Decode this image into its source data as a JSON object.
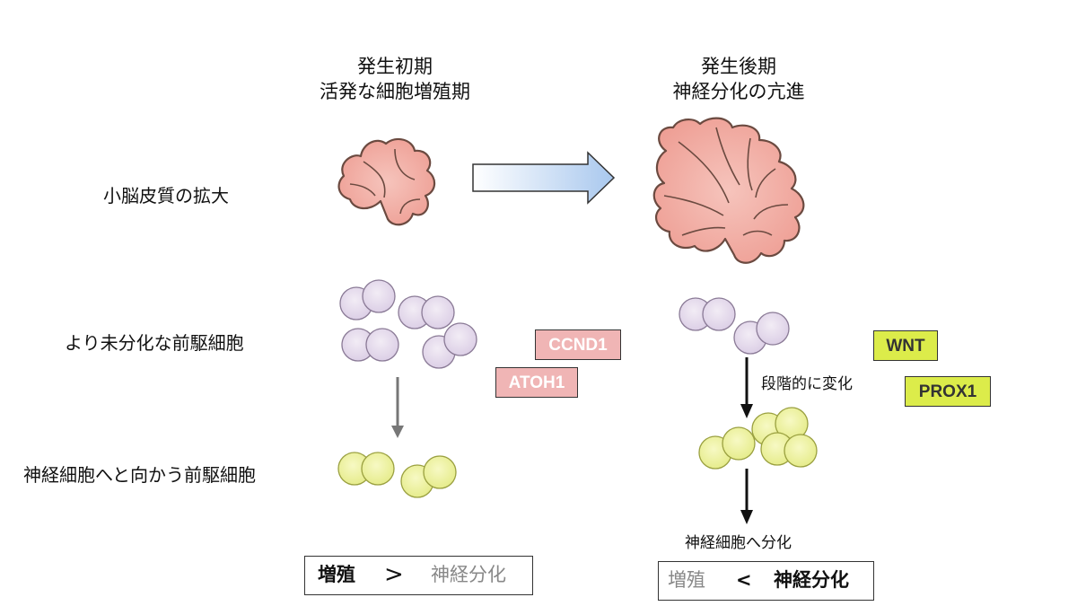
{
  "headers": {
    "early": {
      "line1": "発生初期",
      "line2": "活発な細胞増殖期"
    },
    "late": {
      "line1": "発生後期",
      "line2": "神経分化の亢進"
    }
  },
  "rows": {
    "cerebellum": "小脳皮質の拡大",
    "progenitor": "より未分化な前駆細胞",
    "neural_progenitor": "神経細胞へと向かう前駆細胞"
  },
  "genes": {
    "early": [
      "CCND1",
      "ATOH1"
    ],
    "late": [
      "WNT",
      "PROX1"
    ]
  },
  "labels": {
    "stepwise": "段階的に変化",
    "to_neuron": "神経細胞へ分化"
  },
  "comparison": {
    "early": {
      "left": "増殖",
      "op": ">",
      "right": "神経分化"
    },
    "late": {
      "left": "増殖",
      "op": "<",
      "right": "神経分化"
    }
  },
  "colors": {
    "pink_gene": "#f0b5b5",
    "green_gene": "#dcec4a",
    "progenitor_cell": "#e3d7ea",
    "neural_cell": "#eef2a0",
    "cerebellum": "#f2a79e",
    "arrow_gradient_start": "#ffffff",
    "arrow_gradient_end": "#a9c8ee"
  }
}
